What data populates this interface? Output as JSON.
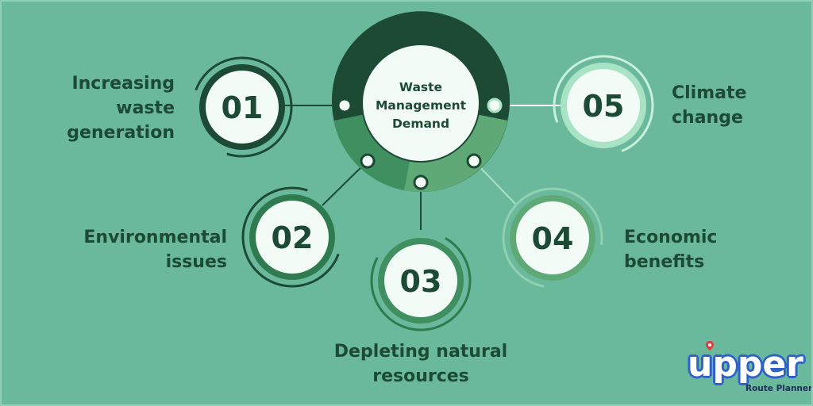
{
  "center": {
    "lines": [
      "Waste",
      "Management",
      "Demand"
    ]
  },
  "items": [
    {
      "number": "01",
      "lines": [
        "Increasing",
        "waste",
        "generation"
      ]
    },
    {
      "number": "02",
      "lines": [
        "Environmental",
        "issues"
      ]
    },
    {
      "number": "03",
      "lines": [
        "Depleting natural",
        "resources"
      ]
    },
    {
      "number": "04",
      "lines": [
        "Economic",
        "benefits"
      ]
    },
    {
      "number": "05",
      "lines": [
        "Climate",
        "change"
      ]
    }
  ],
  "logo": {
    "word": "upper",
    "subtitle": "Route Planner"
  },
  "colors": {
    "background": "#6ab99c",
    "dark_green": "#1c4a34",
    "mid_green": "#2f7a4f",
    "light_green": "#5fa976",
    "mint": "#a7e3c4",
    "circle_fill": "#f2fbf6",
    "logo_blue": "#2f62c9",
    "logo_red": "#e23b3b"
  }
}
